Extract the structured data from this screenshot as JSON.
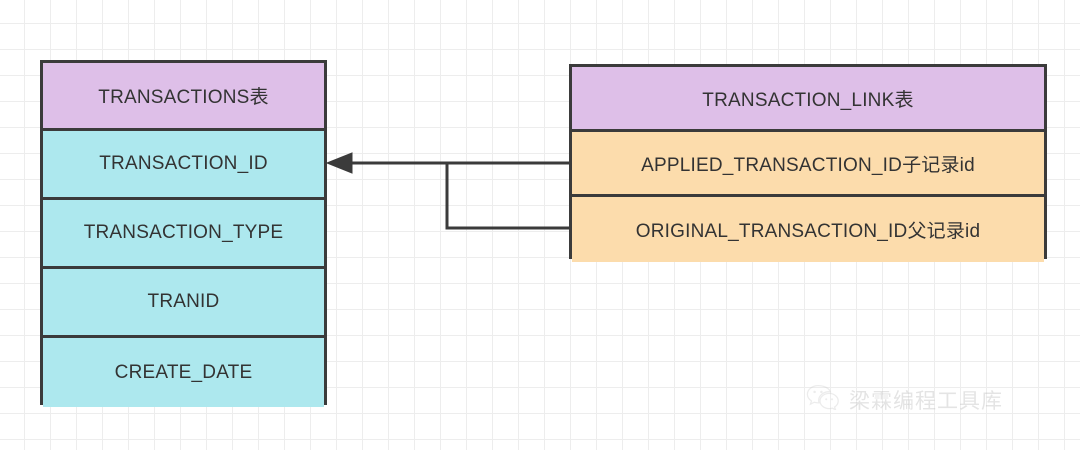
{
  "diagram": {
    "title": "Transaction table relationship ER diagram",
    "background": {
      "color": "#ffffff",
      "grid_color": "#ededed",
      "grid_size": 26
    },
    "palette": {
      "header_purple": "#debfe8",
      "field_cyan": "#ade8ee",
      "field_orange": "#fcdcac",
      "border": "#3b3b3b",
      "text": "#333333"
    },
    "tables": [
      {
        "id": "transactions",
        "header": "TRANSACTIONS表",
        "header_color": "#debfe8",
        "field_color": "#ade8ee",
        "fields": [
          "TRANSACTION_ID",
          "TRANSACTION_TYPE",
          "TRANID",
          "CREATE_DATE"
        ]
      },
      {
        "id": "transaction_link",
        "header": "TRANSACTION_LINK表",
        "header_color": "#debfe8",
        "field_color": "#fcdcac",
        "fields": [
          "APPLIED_TRANSACTION_ID子记录id",
          "ORIGINAL_TRANSACTION_ID父记录id"
        ]
      }
    ],
    "relationships": [
      {
        "id": "applied-to-transaction-id",
        "from_table": "transaction_link",
        "from_field": "APPLIED_TRANSACTION_ID子记录id",
        "to_table": "transactions",
        "to_field": "TRANSACTION_ID",
        "arrow": "to-target",
        "style": "straight"
      },
      {
        "id": "original-to-transaction-id",
        "from_table": "transaction_link",
        "from_field": "ORIGINAL_TRANSACTION_ID父记录id",
        "to_table": "transactions",
        "to_field": "TRANSACTION_ID",
        "arrow": "to-target",
        "style": "elbow"
      }
    ]
  },
  "watermark": {
    "icon": "wechat-icon",
    "text": "梁霖编程工具库"
  }
}
